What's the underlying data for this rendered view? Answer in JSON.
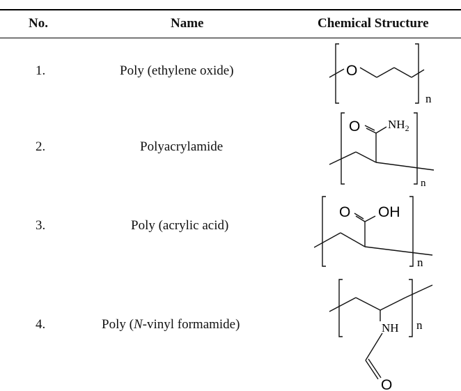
{
  "table": {
    "headers": {
      "no": "No.",
      "name": "Name",
      "structure": "Chemical Structure"
    },
    "rows": [
      {
        "no": "1.",
        "name_parts": [
          "Poly (ethylene oxide)"
        ],
        "atoms": {
          "o": "O",
          "n": "n"
        }
      },
      {
        "no": "2.",
        "name_parts": [
          "Polyacrylamide"
        ],
        "atoms": {
          "o": "O",
          "nh": "NH",
          "sub": "2",
          "n": "n"
        }
      },
      {
        "no": "3.",
        "name_parts": [
          "Poly (acrylic acid)"
        ],
        "atoms": {
          "o": "O",
          "oh": "OH",
          "n": "n"
        }
      },
      {
        "no": "4.",
        "name_parts": [
          "Poly (",
          "N",
          "-vinyl formamide)"
        ],
        "atoms": {
          "nh": "NH",
          "o": "O",
          "n": "n"
        }
      }
    ]
  }
}
